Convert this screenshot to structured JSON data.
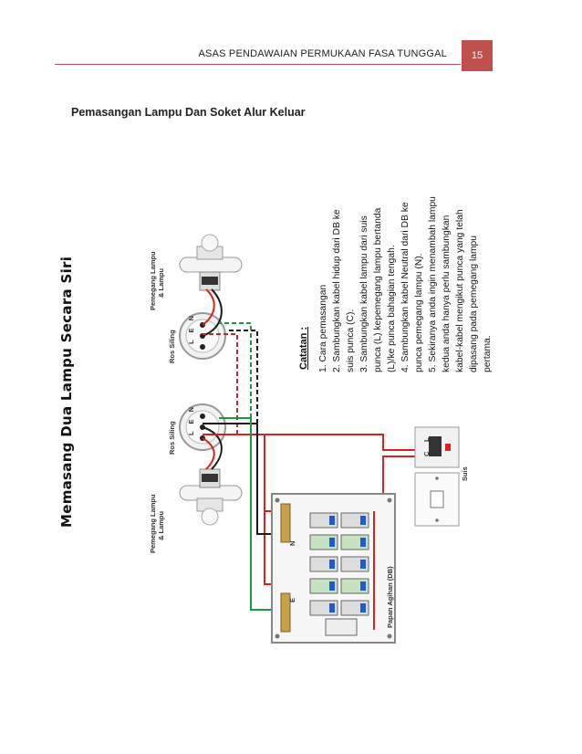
{
  "header": {
    "title": "ASAS PENDAWAIAN PERMUKAAN FASA TUNGGAL",
    "page_number": "15"
  },
  "section_heading": "Pemasangan Lampu Dan Soket Alur Keluar",
  "diagram": {
    "title": "Memasang Dua Lampu Secara Siri",
    "lamp_holder_label_line1": "Pemegang Lampu",
    "lamp_holder_label_line2": "& Lampu",
    "ceiling_rose_label": "Ros Siling",
    "switch_label": "Suis",
    "db_label": "Papan Agihan (DB)",
    "terminal_L": "L",
    "terminal_E": "E",
    "terminal_N": "N",
    "terminal_C": "C",
    "colors": {
      "live": "#d8231f",
      "neutral": "#1a1a1a",
      "earth": "#1a9a3c"
    }
  },
  "notes": {
    "title": "Catatan :",
    "lines": [
      "1.  Cara pemasangan",
      "2.  Sambungkan kabel hidup dari DB ke",
      "     suis punca (C).",
      "3.  Sambungkan kabel lampu dari suis",
      "     punca (L) kepemegang lampu bertanda",
      "     (L)/ke punca bahagian tengah.",
      "4.  Sambungkan kabel Neutral dari DB ke",
      "     punca pemegang lampu (N).",
      "5.  Sekiranya anda ingin menambah lampu",
      "     kedua anda hanya perlu sambungkan",
      "     kabel-kabel mengikut punca yang telah",
      "     dipasang pada pemegang lampu",
      "     pertama."
    ]
  }
}
